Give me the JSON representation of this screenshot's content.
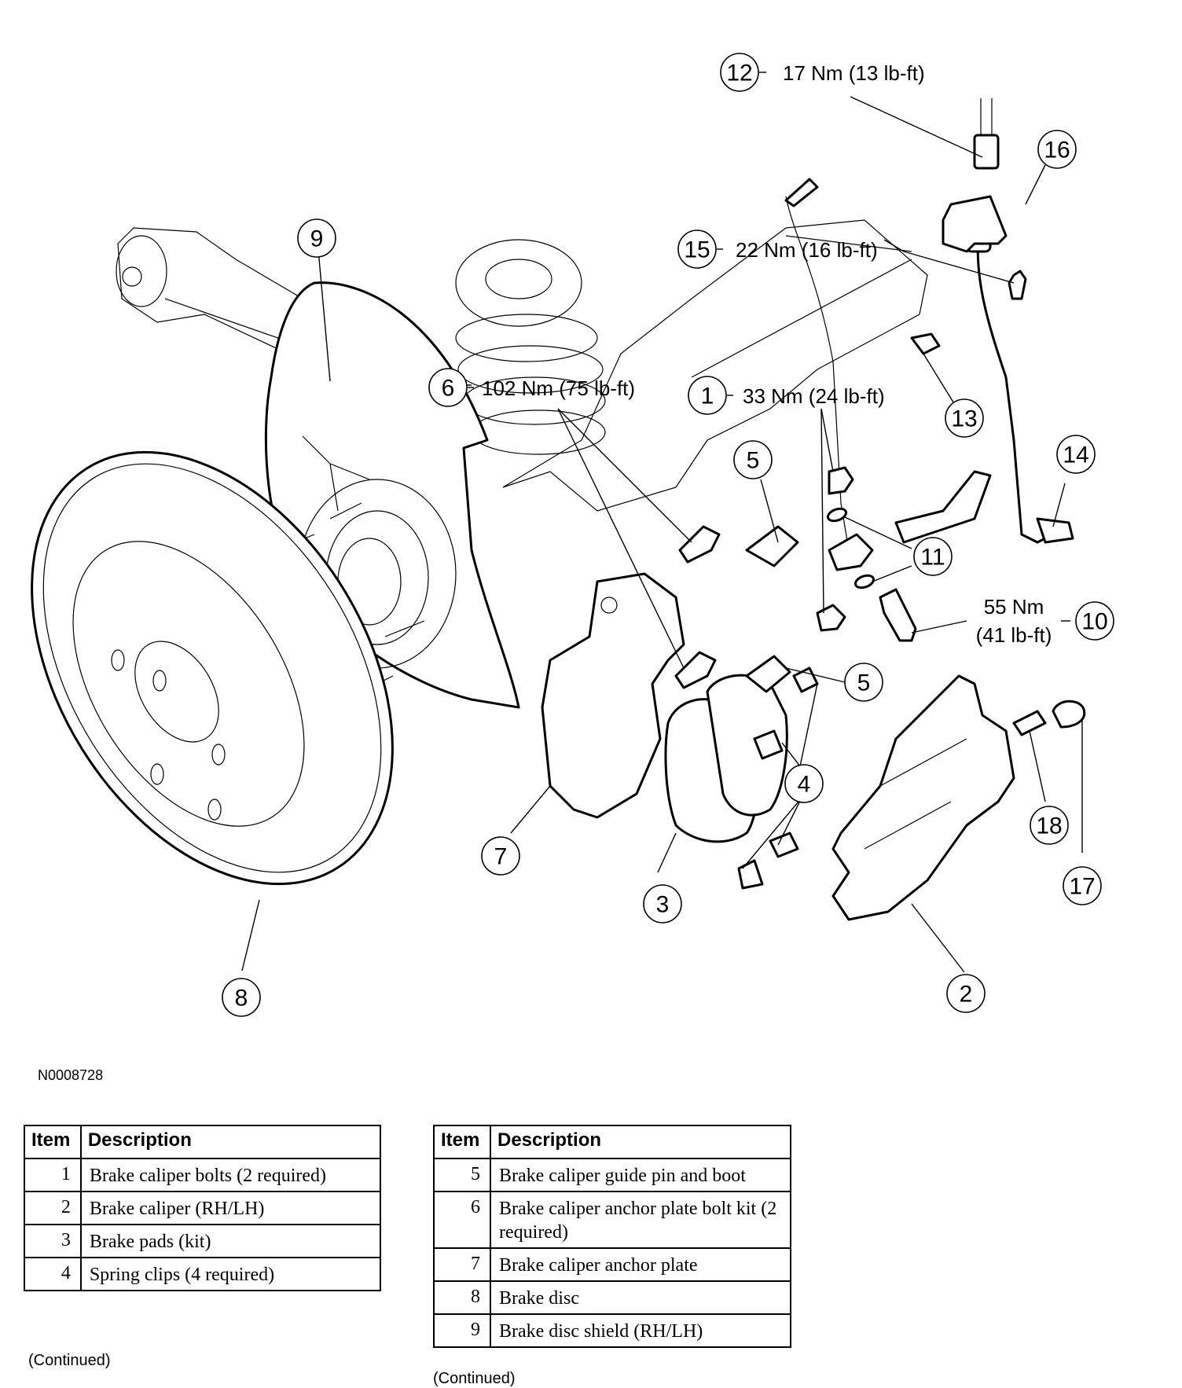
{
  "figure": {
    "id": "N0008728",
    "title": "Rear brake caliper, pads, disc and shield — exploded view",
    "callouts": [
      {
        "item": "12",
        "torque": "17 Nm (13 lb-ft)"
      },
      {
        "item": "16",
        "torque": ""
      },
      {
        "item": "15",
        "torque": "22 Nm (16 lb-ft)"
      },
      {
        "item": "9",
        "torque": ""
      },
      {
        "item": "6",
        "torque": "102 Nm (75 lb-ft)"
      },
      {
        "item": "1",
        "torque": "33 Nm (24 lb-ft)"
      },
      {
        "item": "13",
        "torque": ""
      },
      {
        "item": "14",
        "torque": ""
      },
      {
        "item": "5",
        "torque": ""
      },
      {
        "item": "11",
        "torque": ""
      },
      {
        "item": "10",
        "torque_line1": "55 Nm",
        "torque_line2": "(41 lb-ft)"
      },
      {
        "item": "5",
        "torque": ""
      },
      {
        "item": "4",
        "torque": ""
      },
      {
        "item": "18",
        "torque": ""
      },
      {
        "item": "17",
        "torque": ""
      },
      {
        "item": "7",
        "torque": ""
      },
      {
        "item": "3",
        "torque": ""
      },
      {
        "item": "8",
        "torque": ""
      },
      {
        "item": "2",
        "torque": ""
      }
    ]
  },
  "tables": [
    {
      "headers": {
        "item": "Item",
        "description": "Description"
      },
      "rows": [
        {
          "item": "1",
          "description": "Brake caliper bolts (2 required)"
        },
        {
          "item": "2",
          "description": "Brake caliper (RH/LH)"
        },
        {
          "item": "3",
          "description": "Brake pads (kit)"
        },
        {
          "item": "4",
          "description": "Spring clips (4 required)"
        }
      ],
      "footer": "(Continued)"
    },
    {
      "headers": {
        "item": "Item",
        "description": "Description"
      },
      "rows": [
        {
          "item": "5",
          "description": "Brake caliper guide pin and boot"
        },
        {
          "item": "6",
          "description": "Brake caliper anchor plate bolt kit (2 required)"
        },
        {
          "item": "7",
          "description": "Brake caliper anchor plate"
        },
        {
          "item": "8",
          "description": "Brake disc"
        },
        {
          "item": "9",
          "description": "Brake disc shield (RH/LH)"
        }
      ],
      "footer": "(Continued)"
    }
  ]
}
